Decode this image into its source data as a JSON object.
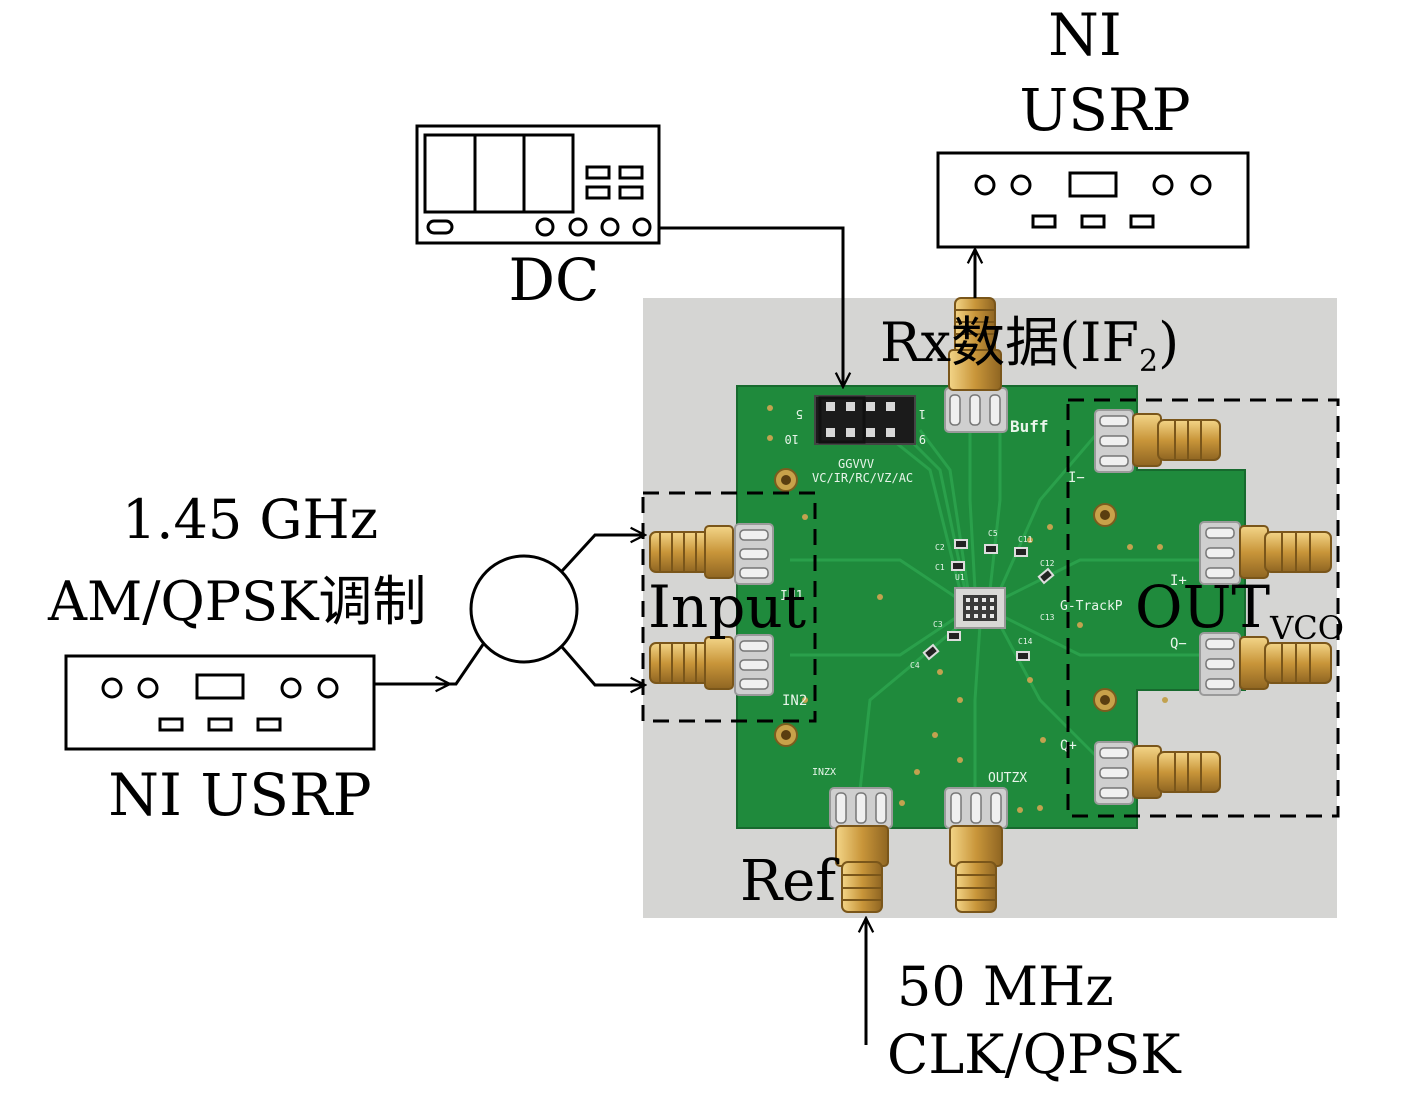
{
  "labels": {
    "top_usrp_line1": "NI",
    "top_usrp_line2": "USRP",
    "dc": "DC",
    "rx_prefix": "Rx数据(IF",
    "rx_sub": "2",
    "rx_suffix": ")",
    "input": "Input",
    "out_main": "OUT",
    "out_sub": "VCO",
    "ref": "Ref",
    "src_line1": "1.45 GHz",
    "src_line2": "AM/QPSK调制",
    "left_usrp": "NI USRP",
    "clk_line1": "50 MHz",
    "clk_line2": "CLK/QPSK"
  },
  "silkscreen": {
    "buff": "Buff",
    "in1": "IN1",
    "in2": "IN2",
    "i_minus": "I−",
    "i_plus": "I+",
    "q_minus": "Q−",
    "q_plus": "Q+",
    "outzx": "OUTZX",
    "inzx": "INZX",
    "g_trackp": "G-TrackP",
    "header_line1": "GGVVV",
    "header_line2": "VC/IR/RC/VZ/AC",
    "pin5": "5",
    "pin10": "10",
    "pin1": "1",
    "pin9": "9",
    "c1": "C1",
    "c2": "C2",
    "c3": "C3",
    "c4": "C4",
    "c5": "C5",
    "c11": "C11",
    "c12": "C12",
    "c13": "C13",
    "c14": "C14",
    "u1": "U1"
  },
  "colors": {
    "pcb": "#1f8a3c",
    "pcb_dark": "#17702f",
    "photo_bg": "#d4d4d2",
    "gold": "#d3a64b",
    "silver": "#c9ccd0"
  }
}
